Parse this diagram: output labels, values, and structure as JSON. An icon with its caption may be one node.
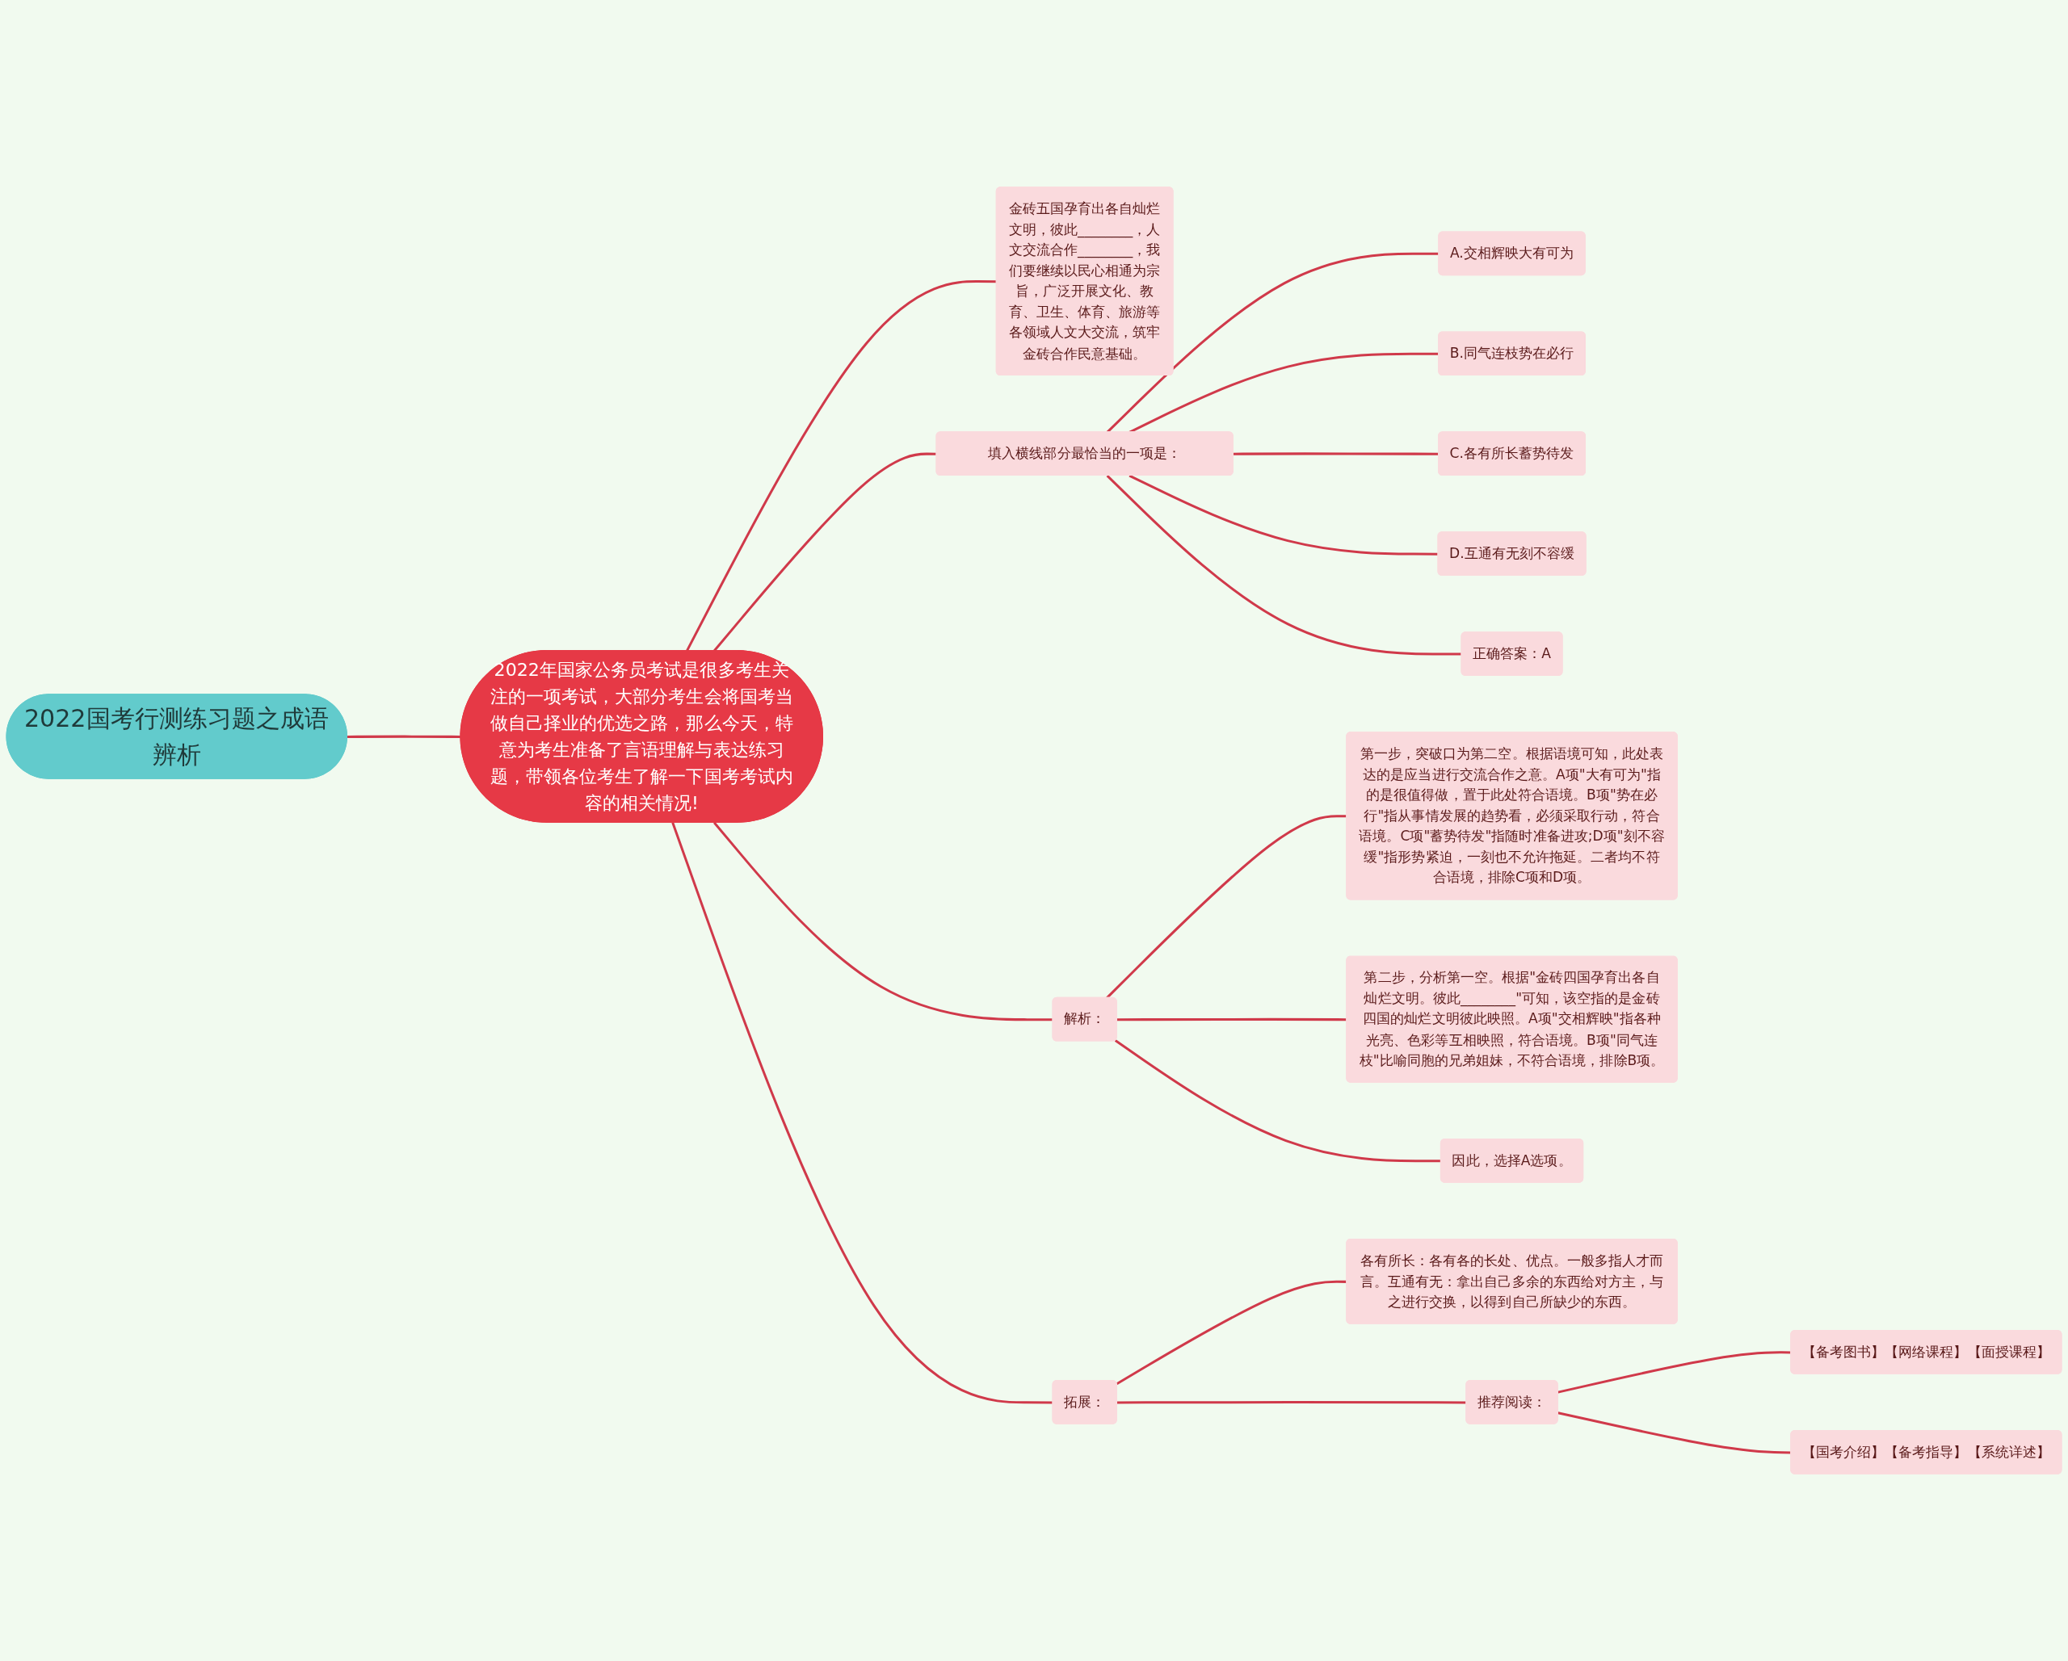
{
  "diagram": {
    "nodes": [
      {
        "text": [
          "2022国考行测练习题之成语辨析"
        ]
      },
      {
        "text": [
          "2022年国家公务员考试是很多考生关注的一项考试，大部分考生会将国考当做自己择业的优选之路，那么今天，特意为考生准备了言语理解与表达练习题，带领各位考生了解一下国考考试内容的相关情况!"
        ]
      },
      {
        "text": [
          "金砖五国孕育出各自灿烂文明，彼此________，人文交流合作________，我们要继续以民心相通为宗旨，广泛开展文化、教育、卫生、体育、旅游等各领域人文大交流，筑牢金砖合作民意基础。"
        ]
      },
      {
        "text": [
          "填入横线部分最恰当的一项是："
        ]
      },
      {
        "text": [
          "A.交相辉映大有可为"
        ]
      },
      {
        "text": [
          "B.同气连枝势在必行"
        ]
      },
      {
        "text": [
          "C.各有所长蓄势待发"
        ]
      },
      {
        "text": [
          "D.互通有无刻不容缓"
        ]
      },
      {
        "text": [
          "正确答案：A"
        ]
      },
      {
        "text": [
          "解析："
        ]
      },
      {
        "text": [
          "第一步，突破口为第二空。根据语境可知，此处表达的是应当进行交流合作之意。A项\"大有可为\"指的是很值得做，置于此处符合语境。B项\"势在必行\"指从事情发展的趋势看，必须采取行动，符合语境。C项\"蓄势待发\"指随时准备进攻;D项\"刻不容缓\"指形势紧迫，一刻也不允许拖延。二者均不符合语境，排除C项和D项。"
        ]
      },
      {
        "text": [
          "第二步，分析第一空。根据\"金砖四国孕育出各自灿烂文明。彼此________\"可知，该空指的是金砖四国的灿烂文明彼此映照。A项\"交相辉映\"指各种光亮、色彩等互相映照，符合语境。B项\"同气连枝\"比喻同胞的兄弟姐妹，不符合语境，排除B项。"
        ]
      },
      {
        "text": [
          "因此，选择A选项。"
        ]
      },
      {
        "text": [
          "拓展："
        ]
      },
      {
        "text": [
          "各有所长：各有各的长处、优点。一般多指人才而言。互通有无：拿出自己多余的东西给对方主，与之进行交换，以得到自己所缺少的东西。"
        ]
      },
      {
        "text": [
          "推荐阅读："
        ]
      },
      {
        "text": [
          "【备考图书】【网络课程】【面授课程】"
        ]
      },
      {
        "text": [
          "【国考介绍】【备考指导】【系统详述】"
        ]
      }
    ],
    "edges": [
      {
        "from": 0,
        "to": 1,
        "arrow": "none"
      },
      {
        "from": 1,
        "to": 2,
        "arrow": "none"
      },
      {
        "from": 1,
        "to": 3,
        "arrow": "none"
      },
      {
        "from": 3,
        "to": 4,
        "arrow": "none"
      },
      {
        "from": 3,
        "to": 5,
        "arrow": "none"
      },
      {
        "from": 3,
        "to": 6,
        "arrow": "none"
      },
      {
        "from": 3,
        "to": 7,
        "arrow": "none"
      },
      {
        "from": 3,
        "to": 8,
        "arrow": "none"
      },
      {
        "from": 1,
        "to": 9,
        "arrow": "none"
      },
      {
        "from": 9,
        "to": 10,
        "arrow": "none"
      },
      {
        "from": 9,
        "to": 11,
        "arrow": "none"
      },
      {
        "from": 9,
        "to": 12,
        "arrow": "none"
      },
      {
        "from": 1,
        "to": 13,
        "arrow": "none"
      },
      {
        "from": 13,
        "to": 14,
        "arrow": "none"
      },
      {
        "from": 13,
        "to": 15,
        "arrow": "none"
      },
      {
        "from": 15,
        "to": 16,
        "arrow": "none"
      },
      {
        "from": 15,
        "to": 17,
        "arrow": "none"
      }
    ]
  }
}
